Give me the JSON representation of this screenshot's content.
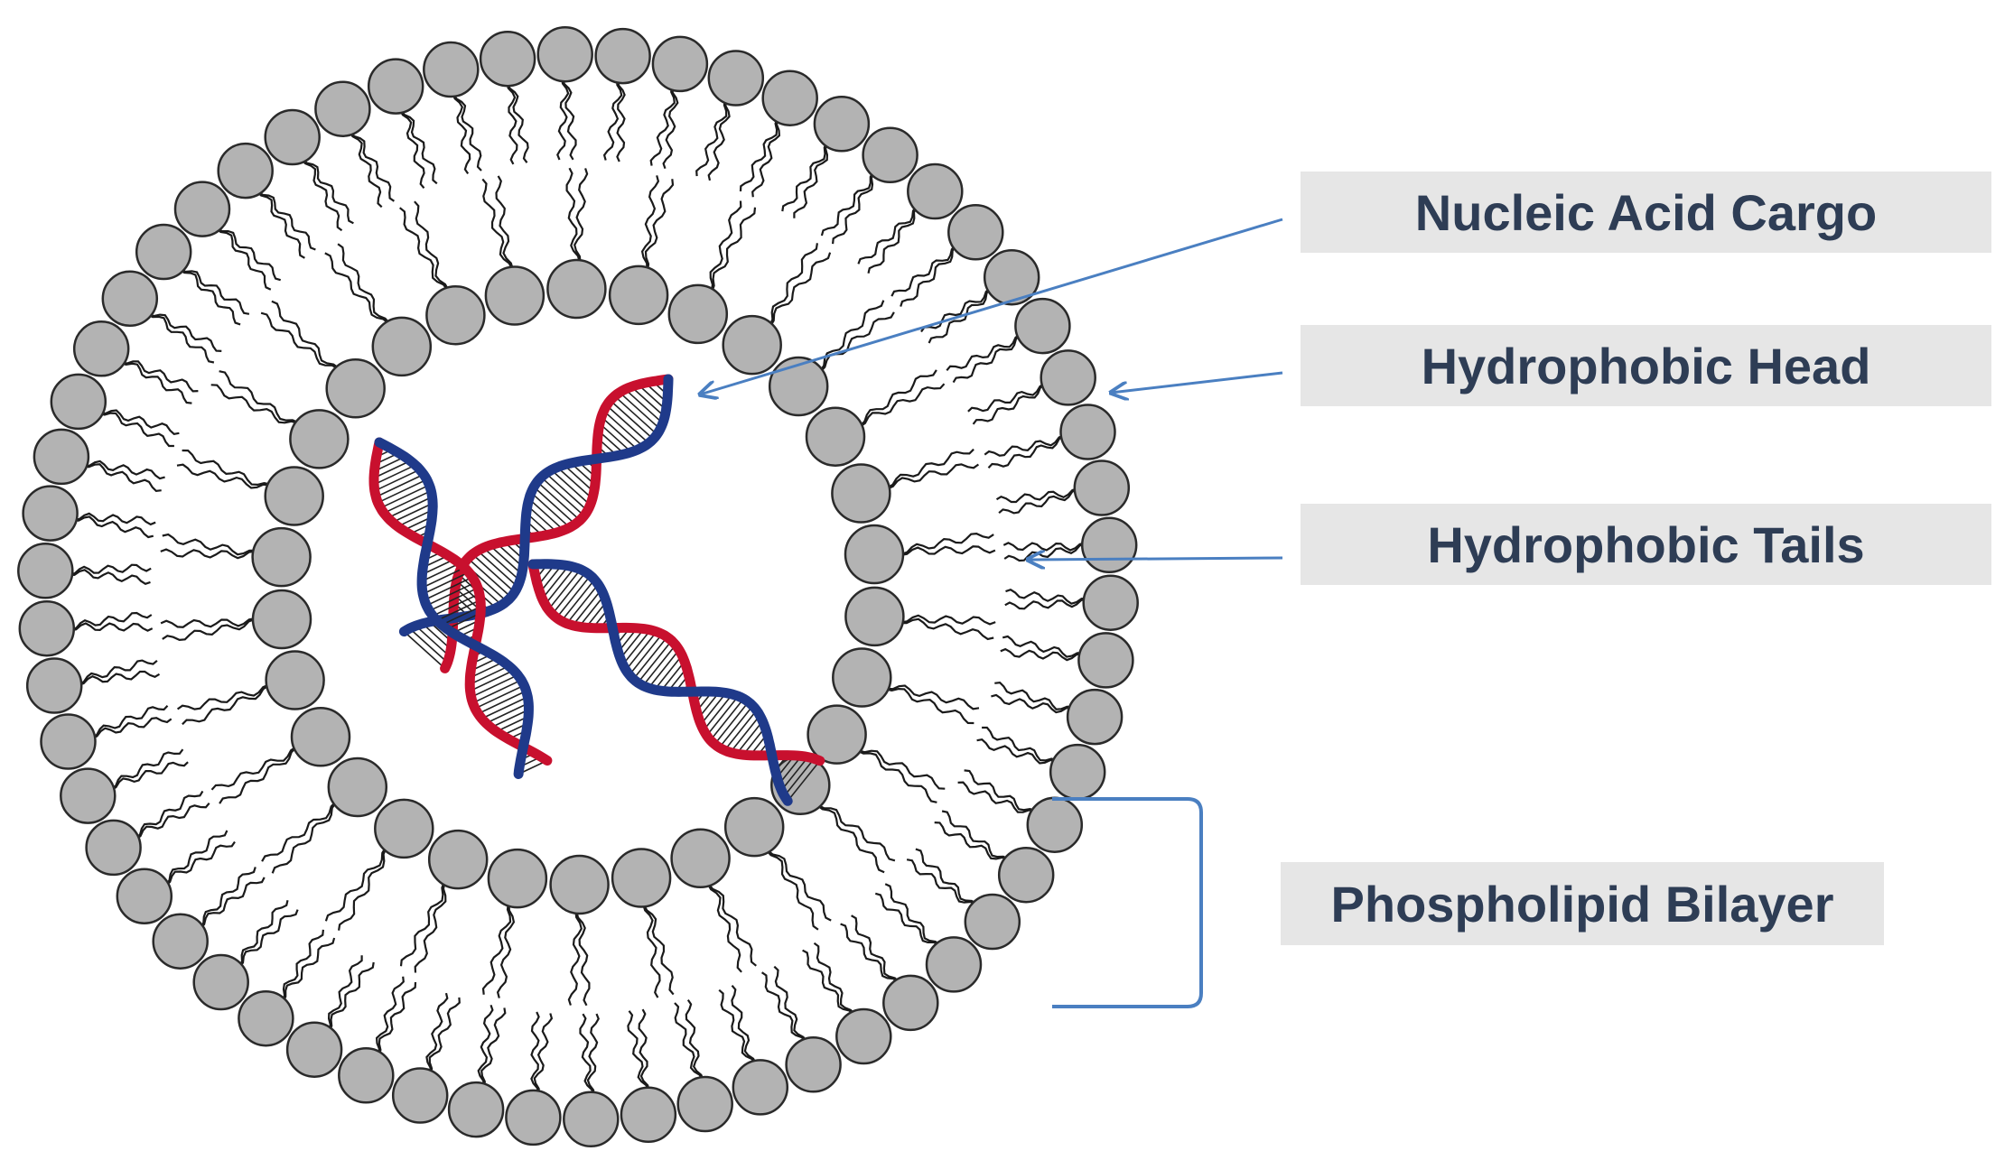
{
  "labels": {
    "cargo": "Nucleic Acid Cargo",
    "head": "Hydrophobic Head",
    "tails": "Hydrophobic Tails",
    "bilayer": "Phospholipid Bilayer"
  },
  "colors": {
    "head_fill": "#b3b3b3",
    "head_stroke": "#2a2a2a",
    "tail_stroke": "#1a1a1a",
    "dna_red": "#c8102e",
    "dna_blue": "#1f3a8a",
    "arrow": "#4a7fc1",
    "label_bg": "#e6e6e6",
    "label_text": "#2e3d55"
  },
  "icons": {
    "heads": "phospholipid-head-icon",
    "dna": "dna-double-helix-icon"
  }
}
